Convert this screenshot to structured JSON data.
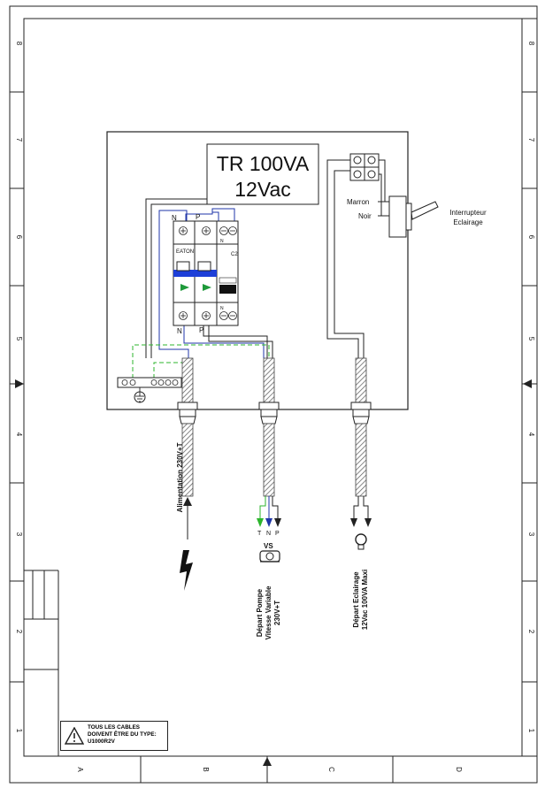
{
  "frame": {
    "row_numbers": [
      "8",
      "7",
      "6",
      "5",
      "4",
      "3",
      "2",
      "1"
    ],
    "col_letters": [
      "A",
      "B",
      "C",
      "D"
    ]
  },
  "transformer": {
    "line1": "TR 100VA",
    "line2": "12Vac"
  },
  "breaker": {
    "brand": "EATON",
    "label_c2": "C2",
    "top_labels": {
      "n": "N",
      "p": "P",
      "n_small": "N"
    },
    "bottom_labels": {
      "n": "N",
      "p": "P",
      "n_small": "N"
    }
  },
  "switch": {
    "wire1": "Marron",
    "wire2": "Noir",
    "title_line1": "Interrupteur",
    "title_line2": "Eclairage"
  },
  "terminal_labels": {
    "t": "T",
    "n": "N",
    "p": "P",
    "vs": "VS"
  },
  "labels": {
    "alimentation": "Alimentation 230V+T",
    "pompe_line1": "Départ Pompe",
    "pompe_line2": "Vitesse Variable",
    "pompe_line3": "230V+T",
    "eclairage_line1": "Départ Eclairage",
    "eclairage_line2": "12Vac 100VA Maxi"
  },
  "warning": {
    "line1": "TOUS LES CABLES",
    "line2": "DOIVENT ÊTRE DU TYPE:",
    "line3": "U1000R2V"
  },
  "colors": {
    "wire_blue": "#1f35a8",
    "earth_green": "#2db52d",
    "breaker_blue": "#1d3fd8",
    "arrow_green": "#1e9a3a"
  }
}
